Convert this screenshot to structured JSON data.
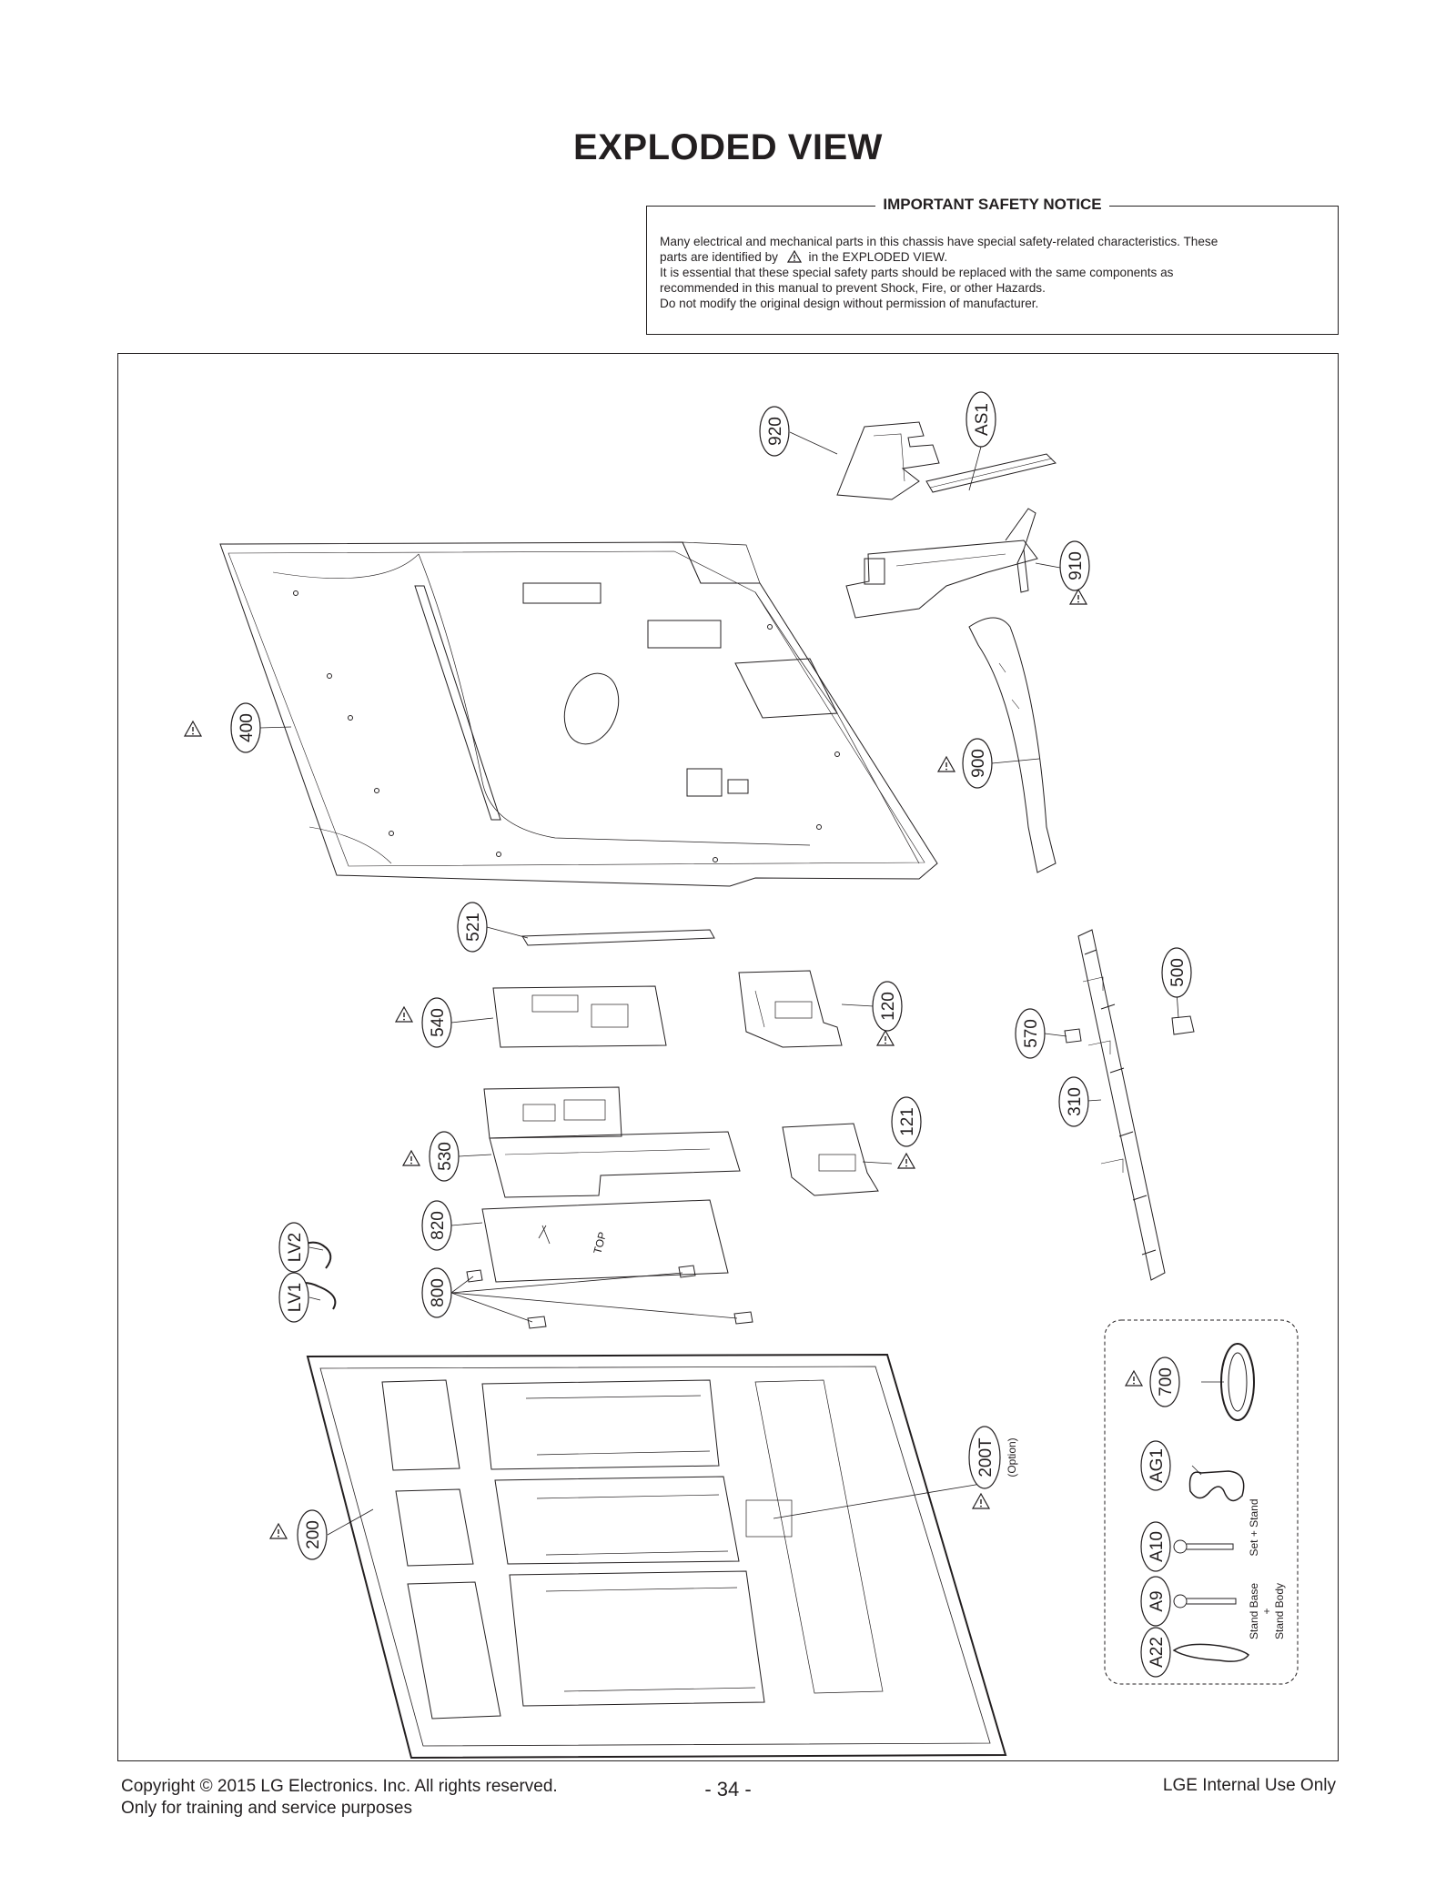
{
  "page": {
    "title": "EXPLODED VIEW"
  },
  "notice": {
    "heading": "IMPORTANT SAFETY NOTICE",
    "line1": "Many electrical and mechanical parts in this chassis have special safety-related characteristics. These",
    "line2_prefix": "parts are identified by",
    "line2_suffix": "in the EXPLODED VIEW.",
    "line3": "It is essential that these special safety parts should be replaced with the same components as",
    "line4": "recommended in this manual to prevent Shock, Fire, or other Hazards.",
    "line5": "Do not modify the original design without permission of manufacturer."
  },
  "parts": {
    "p920": "920",
    "pAS1": "AS1",
    "p910": "910",
    "p400": "400",
    "p900": "900",
    "p521": "521",
    "p540": "540",
    "p120": "120",
    "p500": "500",
    "p570": "570",
    "p310": "310",
    "p121": "121",
    "p530": "530",
    "p820": "820",
    "pLV2": "LV2",
    "pLV1": "LV1",
    "p800": "800",
    "p700": "700",
    "pAG1": "AG1",
    "p200T": "200T",
    "p200T_note": "(Option)",
    "p200": "200",
    "pA10": "A10",
    "pA10_note": "Set + Stand",
    "pA9": "A9",
    "pA9_note1": "Stand Base",
    "pA9_note2": "+",
    "pA9_note3": "Stand Body",
    "pA22": "A22"
  },
  "footer": {
    "copyright": "Copyright  © 2015 LG Electronics. Inc. All rights reserved.",
    "purpose": "Only for training and service purposes",
    "page_number": "- 34 -",
    "internal": "LGE Internal Use Only"
  }
}
